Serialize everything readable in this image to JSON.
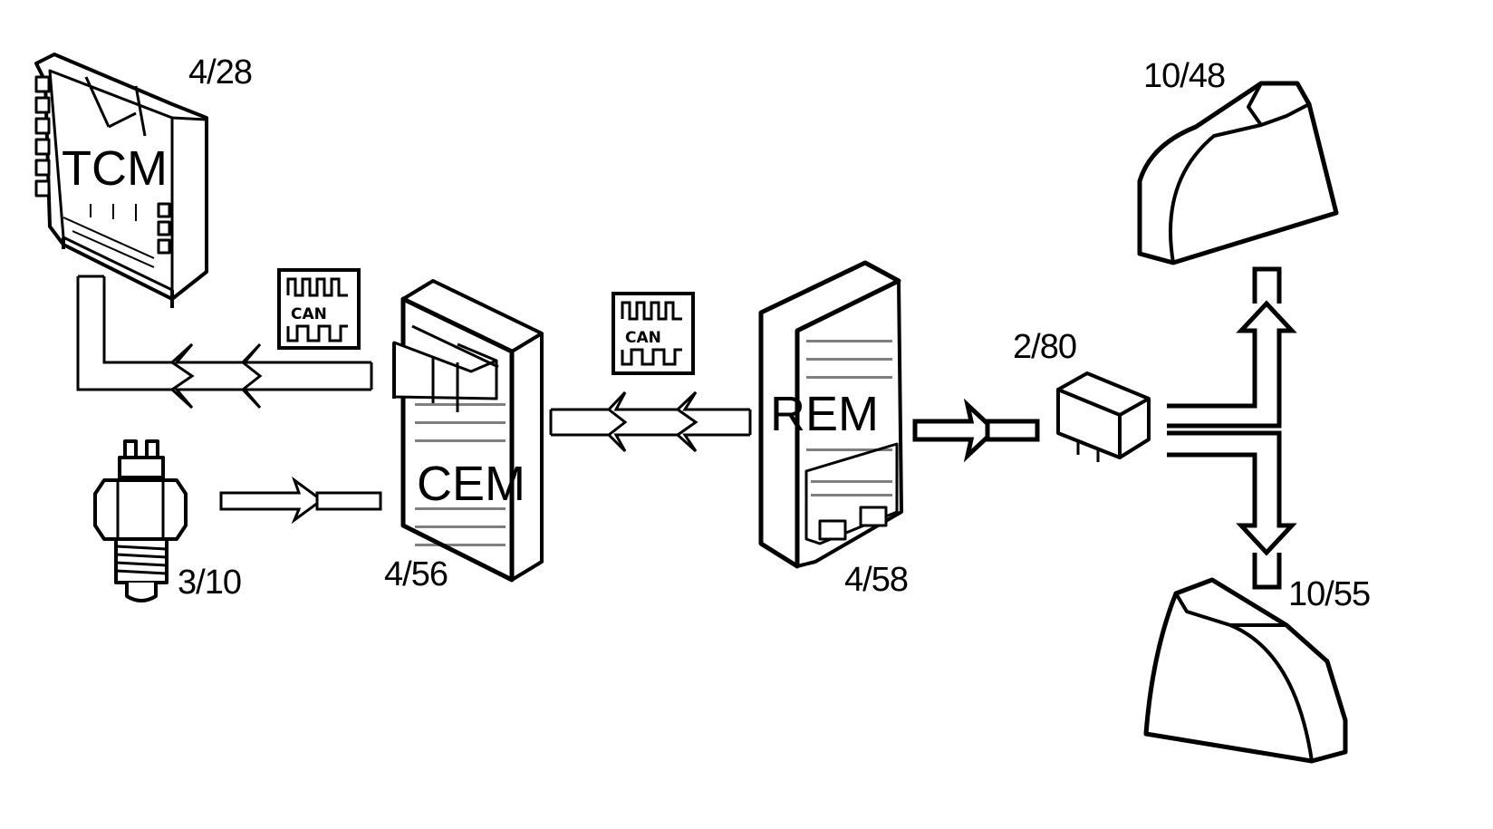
{
  "components": {
    "tcm": {
      "label": "TCM",
      "ref": "4/28"
    },
    "cem": {
      "label": "CEM",
      "ref": "4/56"
    },
    "rem": {
      "label": "REM",
      "ref": "4/58"
    },
    "switch": {
      "ref": "3/10"
    },
    "relay": {
      "ref": "2/80"
    },
    "lamp_top": {
      "ref": "10/48"
    },
    "lamp_bottom": {
      "ref": "10/55"
    }
  },
  "can_badges": [
    {
      "label": "CAN"
    },
    {
      "label": "CAN"
    }
  ],
  "colors": {
    "ink": "#000000",
    "paper": "#ffffff",
    "shade": "#e8e8e8"
  }
}
